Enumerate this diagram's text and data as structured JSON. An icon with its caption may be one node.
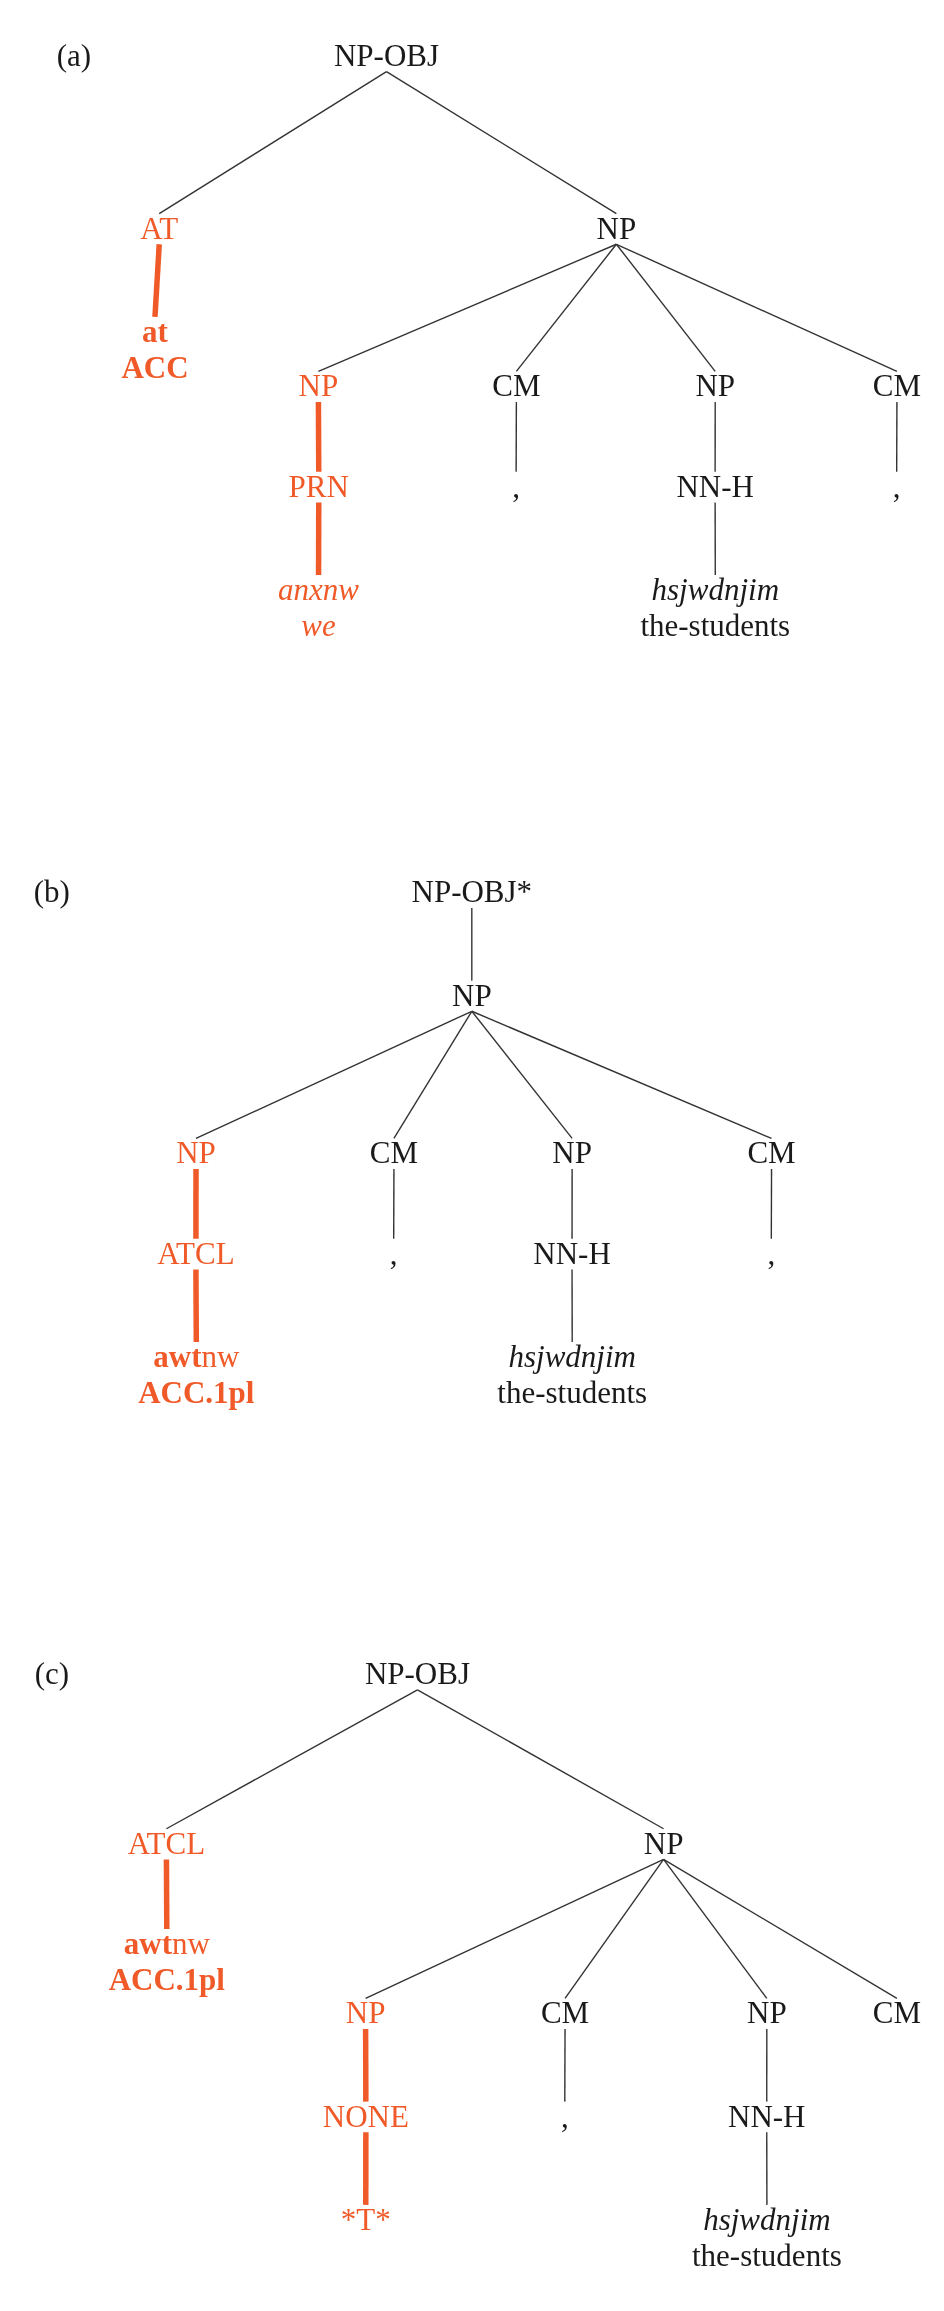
{
  "diagram": {
    "nodes": [
      {
        "text": [
          "NP-OBJ"
        ]
      },
      {
        "text": [
          "AT"
        ]
      },
      {
        "text": [
          "NP"
        ]
      },
      {
        "text": [
          "at",
          "ACC"
        ]
      },
      {
        "text": [
          "NP"
        ]
      },
      {
        "text": [
          "CM"
        ]
      },
      {
        "text": [
          "NP"
        ]
      },
      {
        "text": [
          "CM"
        ]
      },
      {
        "text": [
          "PRN"
        ]
      },
      {
        "text": [
          ","
        ]
      },
      {
        "text": [
          "NN-H"
        ]
      },
      {
        "text": [
          ","
        ]
      },
      {
        "text": [
          "anxnw",
          "we"
        ]
      },
      {
        "text": [
          "hsjwdnjim",
          "the-students"
        ]
      },
      {
        "text": [
          "NP-OBJ*"
        ]
      },
      {
        "text": [
          "NP"
        ]
      },
      {
        "text": [
          "NP"
        ]
      },
      {
        "text": [
          "CM"
        ]
      },
      {
        "text": [
          "NP"
        ]
      },
      {
        "text": [
          "CM"
        ]
      },
      {
        "text": [
          "ATCL"
        ]
      },
      {
        "text": [
          ","
        ]
      },
      {
        "text": [
          "NN-H"
        ]
      },
      {
        "text": [
          ","
        ]
      },
      {
        "text": [
          "**awt**nw",
          "ACC.1pl"
        ]
      },
      {
        "text": [
          "hsjwdnjim",
          "the-students"
        ]
      },
      {
        "text": [
          "NP-OBJ"
        ]
      },
      {
        "text": [
          "ATCL"
        ]
      },
      {
        "text": [
          "NP"
        ]
      },
      {
        "text": [
          "**awt**nw",
          "ACC.1pl"
        ]
      },
      {
        "text": [
          "NP"
        ]
      },
      {
        "text": [
          "CM"
        ]
      },
      {
        "text": [
          "NP"
        ]
      },
      {
        "text": [
          "CM"
        ]
      },
      {
        "text": [
          "NONE"
        ]
      },
      {
        "text": [
          ","
        ]
      },
      {
        "text": [
          "NN-H"
        ]
      },
      {
        "text": [
          "*T*"
        ]
      },
      {
        "text": [
          "hsjwdnjim",
          "the-students"
        ]
      }
    ],
    "edges": [
      {
        "from": 0,
        "to": 1,
        "arrow": "none"
      },
      {
        "from": 0,
        "to": 2,
        "arrow": "none"
      },
      {
        "from": 1,
        "to": 3,
        "arrow": "none",
        "style": "thick",
        "color": "#f05a28"
      },
      {
        "from": 2,
        "to": 4,
        "arrow": "none"
      },
      {
        "from": 2,
        "to": 5,
        "arrow": "none"
      },
      {
        "from": 2,
        "to": 6,
        "arrow": "none"
      },
      {
        "from": 2,
        "to": 7,
        "arrow": "none"
      },
      {
        "from": 4,
        "to": 8,
        "arrow": "none",
        "style": "thick",
        "color": "#f05a28"
      },
      {
        "from": 5,
        "to": 9,
        "arrow": "none"
      },
      {
        "from": 6,
        "to": 10,
        "arrow": "none"
      },
      {
        "from": 7,
        "to": 11,
        "arrow": "none"
      },
      {
        "from": 8,
        "to": 12,
        "arrow": "none",
        "style": "thick",
        "color": "#f05a28"
      },
      {
        "from": 10,
        "to": 13,
        "arrow": "none"
      },
      {
        "from": 14,
        "to": 15,
        "arrow": "none"
      },
      {
        "from": 15,
        "to": 16,
        "arrow": "none"
      },
      {
        "from": 15,
        "to": 17,
        "arrow": "none"
      },
      {
        "from": 15,
        "to": 18,
        "arrow": "none"
      },
      {
        "from": 15,
        "to": 19,
        "arrow": "none"
      },
      {
        "from": 16,
        "to": 20,
        "arrow": "none",
        "style": "thick",
        "color": "#f05a28"
      },
      {
        "from": 17,
        "to": 21,
        "arrow": "none"
      },
      {
        "from": 18,
        "to": 22,
        "arrow": "none"
      },
      {
        "from": 19,
        "to": 23,
        "arrow": "none"
      },
      {
        "from": 20,
        "to": 24,
        "arrow": "none",
        "style": "thick",
        "color": "#f05a28"
      },
      {
        "from": 22,
        "to": 25,
        "arrow": "none"
      },
      {
        "from": 26,
        "to": 27,
        "arrow": "none"
      },
      {
        "from": 26,
        "to": 28,
        "arrow": "none"
      },
      {
        "from": 27,
        "to": 29,
        "arrow": "none",
        "style": "thick",
        "color": "#f05a28"
      },
      {
        "from": 28,
        "to": 30,
        "arrow": "none"
      },
      {
        "from": 28,
        "to": 31,
        "arrow": "none"
      },
      {
        "from": 28,
        "to": 32,
        "arrow": "none"
      },
      {
        "from": 28,
        "to": 33,
        "arrow": "none"
      },
      {
        "from": 30,
        "to": 34,
        "arrow": "none",
        "style": "thick",
        "color": "#f05a28"
      },
      {
        "from": 31,
        "to": 35,
        "arrow": "none"
      },
      {
        "from": 32,
        "to": 36,
        "arrow": "none"
      },
      {
        "from": 34,
        "to": 37,
        "arrow": "none",
        "style": "thick",
        "color": "#f05a28"
      },
      {
        "from": 36,
        "to": 38,
        "arrow": "none"
      }
    ],
    "labels": [
      "(a)",
      "(b)",
      "(c)"
    ]
  }
}
